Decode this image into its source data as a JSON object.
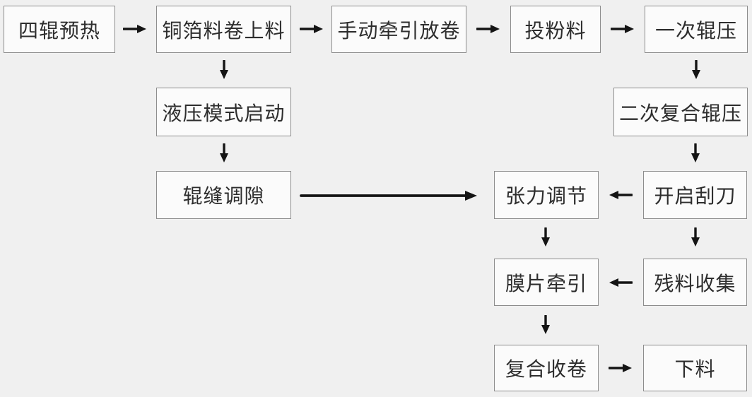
{
  "diagram": {
    "type": "flowchart",
    "colors": {
      "background": "#f0f0f0",
      "box_fill": "#fbfbfb",
      "box_border": "#8d8d8d",
      "text": "#2d2d2d",
      "arrow": "#141414"
    },
    "nodes": [
      {
        "id": "four-roll-preheat",
        "label": "四辊预热"
      },
      {
        "id": "copper-foil-roll-load",
        "label": "铜箔料卷上料"
      },
      {
        "id": "manual-pull-unwind",
        "label": "手动牵引放卷"
      },
      {
        "id": "feed-powder",
        "label": "投粉料"
      },
      {
        "id": "primary-roll-press",
        "label": "一次辊压"
      },
      {
        "id": "hydraulic-mode-start",
        "label": "液压模式启动"
      },
      {
        "id": "secondary-composite-roll-press",
        "label": "二次复合辊压"
      },
      {
        "id": "roll-gap-adjust",
        "label": "辊缝调隙"
      },
      {
        "id": "tension-adjust",
        "label": "张力调节"
      },
      {
        "id": "open-scraper",
        "label": "开启刮刀"
      },
      {
        "id": "film-pull",
        "label": "膜片牵引"
      },
      {
        "id": "residue-collect",
        "label": "残料收集"
      },
      {
        "id": "composite-rewind",
        "label": "复合收卷"
      },
      {
        "id": "unload",
        "label": "下料"
      }
    ],
    "edges": [
      {
        "from": "four-roll-preheat",
        "to": "copper-foil-roll-load",
        "direction": "right"
      },
      {
        "from": "copper-foil-roll-load",
        "to": "manual-pull-unwind",
        "direction": "right"
      },
      {
        "from": "manual-pull-unwind",
        "to": "feed-powder",
        "direction": "right"
      },
      {
        "from": "feed-powder",
        "to": "primary-roll-press",
        "direction": "right"
      },
      {
        "from": "copper-foil-roll-load",
        "to": "hydraulic-mode-start",
        "direction": "down"
      },
      {
        "from": "hydraulic-mode-start",
        "to": "roll-gap-adjust",
        "direction": "down"
      },
      {
        "from": "primary-roll-press",
        "to": "secondary-composite-roll-press",
        "direction": "down"
      },
      {
        "from": "secondary-composite-roll-press",
        "to": "open-scraper",
        "direction": "down"
      },
      {
        "from": "roll-gap-adjust",
        "to": "tension-adjust",
        "direction": "right-long"
      },
      {
        "from": "open-scraper",
        "to": "tension-adjust",
        "direction": "left"
      },
      {
        "from": "tension-adjust",
        "to": "film-pull",
        "direction": "down"
      },
      {
        "from": "open-scraper",
        "to": "residue-collect",
        "direction": "down"
      },
      {
        "from": "residue-collect",
        "to": "film-pull",
        "direction": "left"
      },
      {
        "from": "film-pull",
        "to": "composite-rewind",
        "direction": "down"
      },
      {
        "from": "composite-rewind",
        "to": "unload",
        "direction": "right"
      }
    ]
  }
}
